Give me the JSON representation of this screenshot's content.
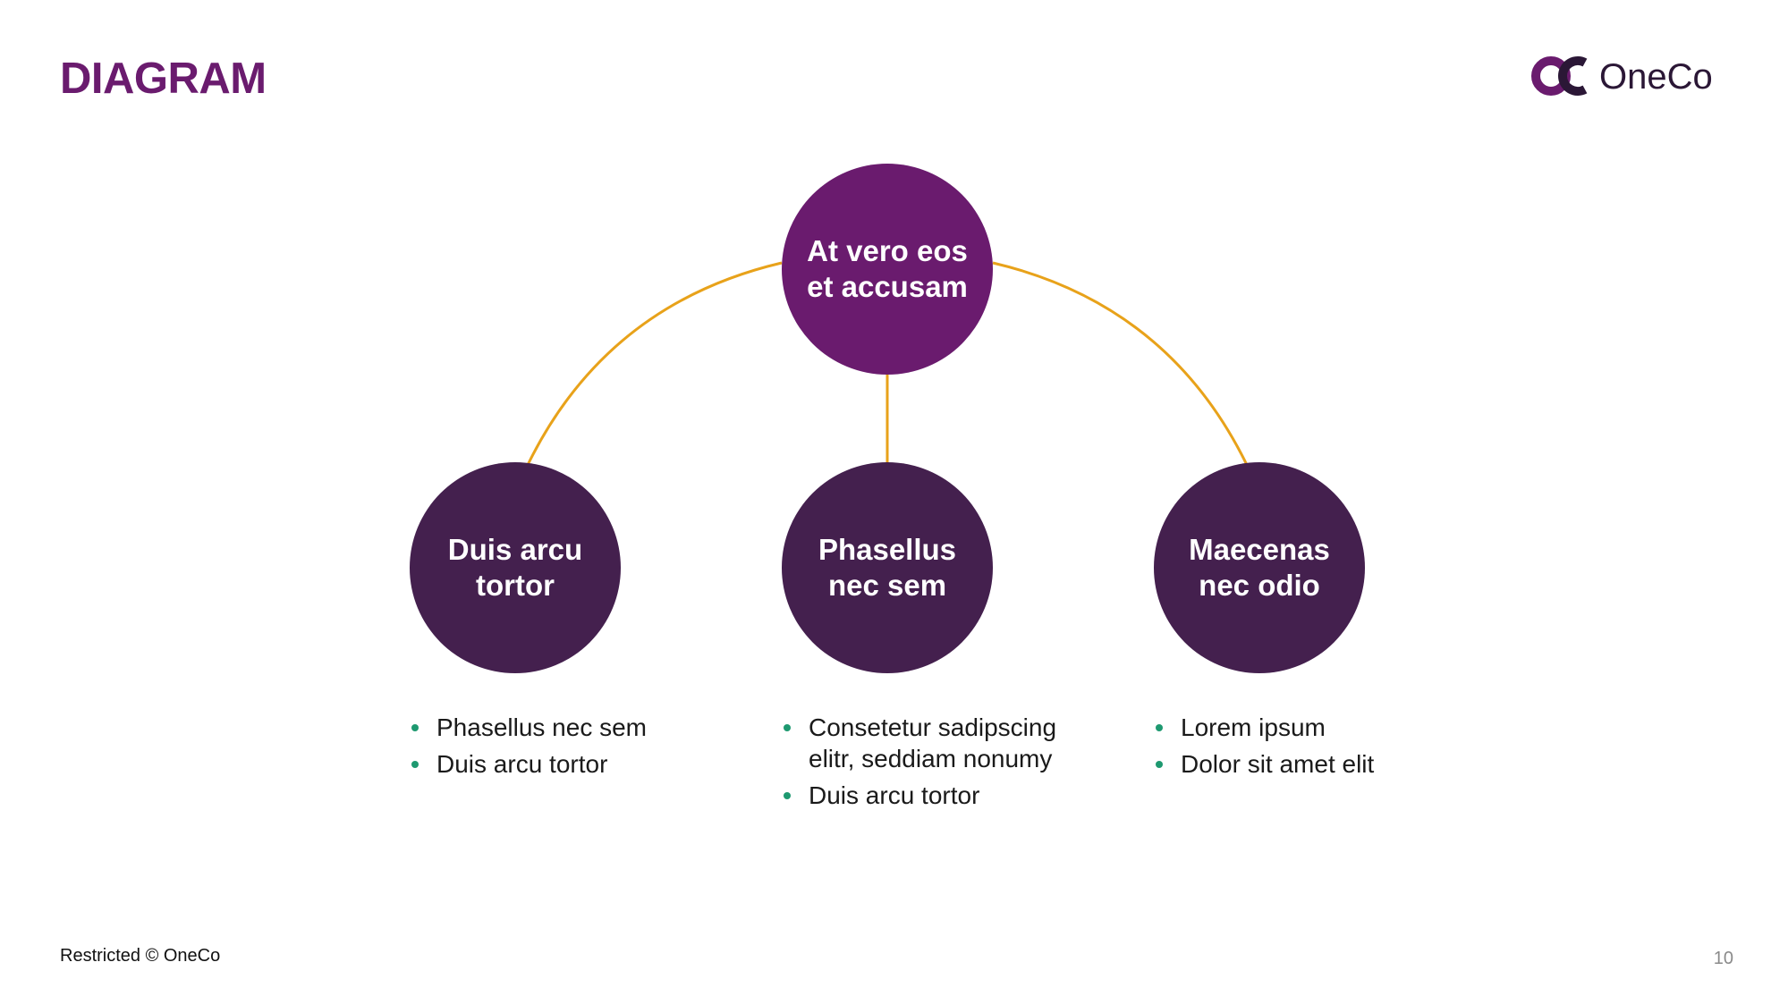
{
  "slide": {
    "title": "DIAGRAM",
    "logo_text": "OneCo",
    "footer": "Restricted © OneCo",
    "page_number": "10"
  },
  "colors": {
    "title": "#6a1b6e",
    "root_node": "#6a1b6e",
    "child_node": "#44204e",
    "connector": "#e8a21a",
    "bullet": "#1e9970"
  },
  "diagram": {
    "root": {
      "label": "At vero eos et accusam"
    },
    "children": [
      {
        "label": "Duis arcu tortor",
        "bullets": [
          "Phasellus nec sem",
          "Duis arcu tortor"
        ]
      },
      {
        "label": "Phasellus nec sem",
        "bullets": [
          "Consetetur sadipscing elitr, seddiam nonumy",
          "Duis arcu tortor"
        ]
      },
      {
        "label": "Maecenas nec odio",
        "bullets": [
          "Lorem ipsum",
          "Dolor sit amet elit"
        ]
      }
    ]
  }
}
